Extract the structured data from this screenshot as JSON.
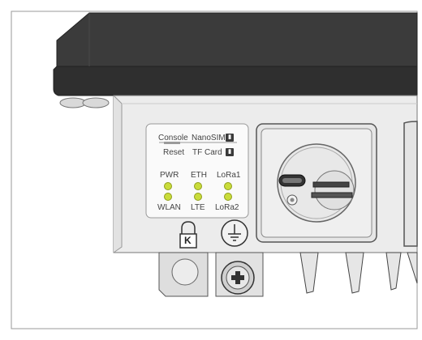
{
  "panel": {
    "ports": [
      {
        "label": "Console",
        "key": "console"
      },
      {
        "label": "NanoSIM",
        "key": "nanosim"
      },
      {
        "label": "Reset",
        "key": "reset"
      },
      {
        "label": "TF Card",
        "key": "tfcard"
      }
    ],
    "leds": [
      {
        "label": "PWR",
        "key": "pwr"
      },
      {
        "label": "ETH",
        "key": "eth"
      },
      {
        "label": "LoRa1",
        "key": "lora1"
      },
      {
        "label": "WLAN",
        "key": "wlan"
      },
      {
        "label": "LTE",
        "key": "lte"
      },
      {
        "label": "LoRa2",
        "key": "lora2"
      }
    ],
    "led_color": "#c9dc3a"
  },
  "lock": {
    "mark": "K"
  }
}
